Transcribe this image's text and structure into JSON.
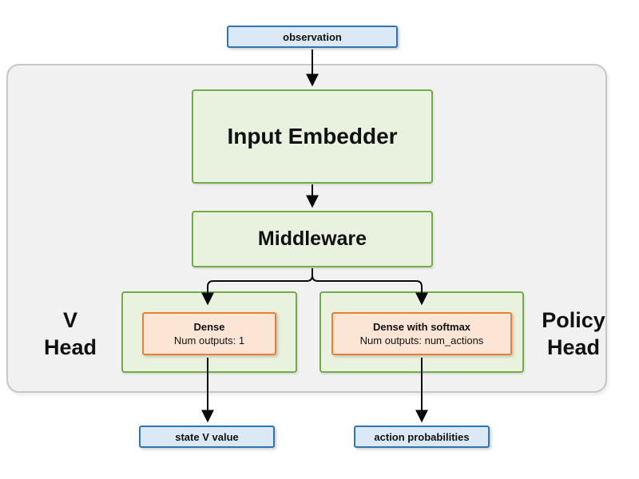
{
  "nodes": {
    "observation": "observation",
    "input_embedder": "Input Embedder",
    "middleware": "Middleware",
    "v_head_label_line1": "V",
    "v_head_label_line2": "Head",
    "policy_head_label_line1": "Policy",
    "policy_head_label_line2": "Head",
    "v_dense_title": "Dense",
    "v_dense_subtitle": "Num outputs: 1",
    "policy_dense_title": "Dense with softmax",
    "policy_dense_subtitle": "Num outputs: num_actions",
    "state_v_value": "state V value",
    "action_probabilities": "action probabilities"
  },
  "edges": [
    {
      "from": "observation",
      "to": "input_embedder"
    },
    {
      "from": "input_embedder",
      "to": "middleware"
    },
    {
      "from": "middleware",
      "to": "v_head_dense"
    },
    {
      "from": "middleware",
      "to": "policy_head_dense"
    },
    {
      "from": "v_head_dense",
      "to": "state_v_value"
    },
    {
      "from": "policy_head_dense",
      "to": "action_probabilities"
    }
  ],
  "colors": {
    "io_box_fill": "#dbe9f7",
    "io_box_border": "#2e75b6",
    "block_fill": "#e8f2df",
    "block_border": "#70ad47",
    "dense_fill": "#fce5d5",
    "dense_border": "#ed7d31",
    "container_fill": "#f1f1f1",
    "container_border": "#c7c7c7",
    "arrow": "#0a0a0a",
    "text": "#111111"
  }
}
